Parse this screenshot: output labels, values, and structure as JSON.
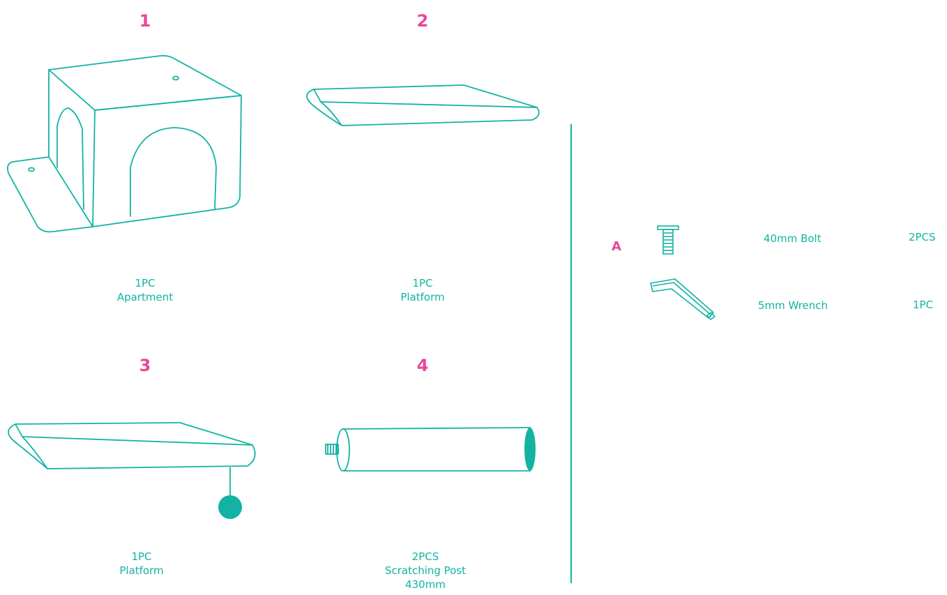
{
  "colors": {
    "accent": "#12b3a2",
    "number": "#e9479a"
  },
  "components": [
    {
      "number": "1",
      "qty": "1PC",
      "name": "Apartment",
      "name2": ""
    },
    {
      "number": "2",
      "qty": "1PC",
      "name": "Platform",
      "name2": ""
    },
    {
      "number": "3",
      "qty": "1PC",
      "name": "Platform",
      "name2": ""
    },
    {
      "number": "4",
      "qty": "2PCS",
      "name": "Scratching Post",
      "name2": "430mm"
    }
  ],
  "hardware": {
    "group_label": "A",
    "items": [
      {
        "icon": "bolt-icon",
        "name": "40mm Bolt",
        "qty": "2PCS"
      },
      {
        "icon": "wrench-icon",
        "name": "5mm Wrench",
        "qty": "1PC"
      }
    ]
  }
}
